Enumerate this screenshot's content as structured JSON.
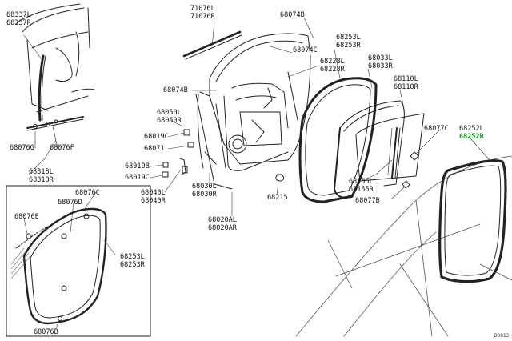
{
  "diagram": {
    "highlight_color": "#1f9a2a",
    "line_color": "#222222",
    "callouts": [
      {
        "id": "c68337",
        "lines": [
          "68337L",
          "68337R"
        ],
        "highlight": false
      },
      {
        "id": "c71076",
        "lines": [
          "71076L",
          "71076R"
        ],
        "highlight": false
      },
      {
        "id": "c68074b_top",
        "lines": [
          "68074B"
        ],
        "highlight": false
      },
      {
        "id": "c68253_top",
        "lines": [
          "68253L",
          "68253R"
        ],
        "highlight": false
      },
      {
        "id": "c68074c",
        "lines": [
          "68074C"
        ],
        "highlight": false
      },
      {
        "id": "c68228",
        "lines": [
          "68228L",
          "68228R"
        ],
        "highlight": false
      },
      {
        "id": "c68033",
        "lines": [
          "68033L",
          "68033R"
        ],
        "highlight": false
      },
      {
        "id": "c68110",
        "lines": [
          "68110L",
          "68110R"
        ],
        "highlight": false
      },
      {
        "id": "c68074b_left",
        "lines": [
          "68074B"
        ],
        "highlight": false
      },
      {
        "id": "c68050",
        "lines": [
          "68050L",
          "68050R"
        ],
        "highlight": false
      },
      {
        "id": "c68019c_1",
        "lines": [
          "68019C"
        ],
        "highlight": false
      },
      {
        "id": "c68071",
        "lines": [
          "68071"
        ],
        "highlight": false
      },
      {
        "id": "c68077c",
        "lines": [
          "68077C"
        ],
        "highlight": false
      },
      {
        "id": "c68252",
        "lines": [
          "68252L",
          "68252R"
        ],
        "highlight": true
      },
      {
        "id": "c68076g",
        "lines": [
          "68076G"
        ],
        "highlight": false
      },
      {
        "id": "c68076f",
        "lines": [
          "68076F"
        ],
        "highlight": false
      },
      {
        "id": "c68318",
        "lines": [
          "68318L",
          "68318R"
        ],
        "highlight": false
      },
      {
        "id": "c68019b",
        "lines": [
          "68019B"
        ],
        "highlight": false
      },
      {
        "id": "c68019c_2",
        "lines": [
          "68019C"
        ],
        "highlight": false
      },
      {
        "id": "c68040",
        "lines": [
          "68040L",
          "68040R"
        ],
        "highlight": false
      },
      {
        "id": "c68030",
        "lines": [
          "68030L",
          "68030R"
        ],
        "highlight": false
      },
      {
        "id": "c68215",
        "lines": [
          "68215"
        ],
        "highlight": false
      },
      {
        "id": "c68155",
        "lines": [
          "68155L",
          "68155R"
        ],
        "highlight": false
      },
      {
        "id": "c68077b",
        "lines": [
          "68077B"
        ],
        "highlight": false
      },
      {
        "id": "c68020",
        "lines": [
          "68020AL",
          "68020AR"
        ],
        "highlight": false
      },
      {
        "id": "c68076c",
        "lines": [
          "68076C"
        ],
        "highlight": false
      },
      {
        "id": "c68076d",
        "lines": [
          "68076D"
        ],
        "highlight": false
      },
      {
        "id": "c68076e",
        "lines": [
          "68076E"
        ],
        "highlight": false
      },
      {
        "id": "c68253_inset",
        "lines": [
          "68253L",
          "68253R"
        ],
        "highlight": false
      },
      {
        "id": "c68076b",
        "lines": [
          "68076B"
        ],
        "highlight": false
      }
    ],
    "corner_code": "D0013"
  }
}
